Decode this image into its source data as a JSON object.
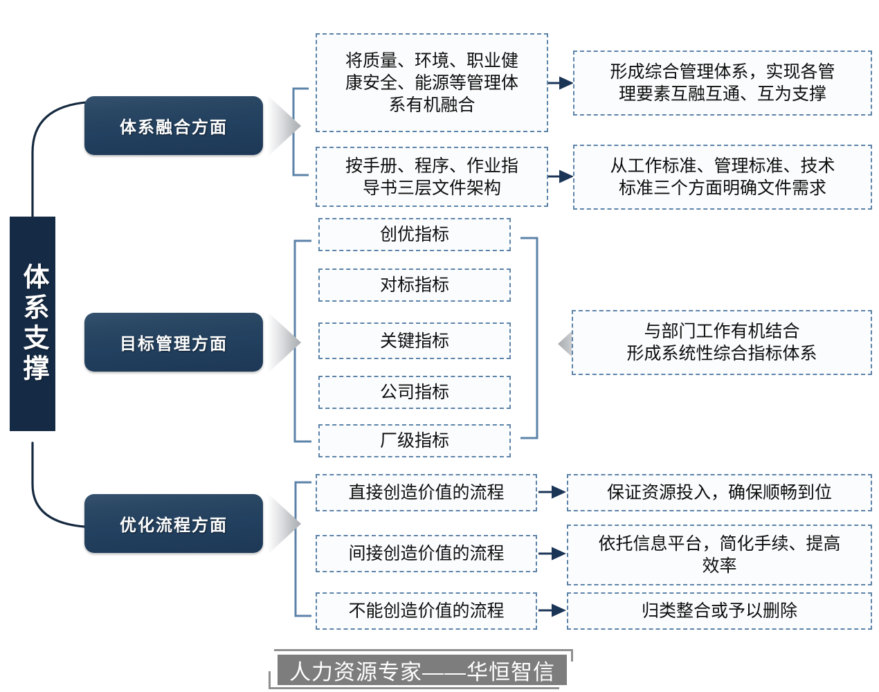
{
  "spine": {
    "label": "体系支撑"
  },
  "branches": [
    {
      "key": "integration",
      "pill_label": "体系融合方面",
      "items": [
        {
          "left": "将质量、环境、职业健\n康安全、能源等管理体\n系有机融合",
          "right": "形成综合管理体系，实现各管\n理要素互融互通、互为支撑"
        },
        {
          "left": "按手册、程序、作业指\n导书三层文件架构",
          "right": "从工作标准、管理标准、技术\n标准三个方面明确文件需求"
        }
      ]
    },
    {
      "key": "goal",
      "pill_label": "目标管理方面",
      "items": [
        {
          "left": "创优指标"
        },
        {
          "left": "对标指标"
        },
        {
          "left": "关键指标"
        },
        {
          "left": "公司指标"
        },
        {
          "left": "厂级指标"
        }
      ],
      "summary": "与部门工作有机结合\n形成系统性综合指标体系"
    },
    {
      "key": "process",
      "pill_label": "优化流程方面",
      "items": [
        {
          "left": "直接创造价值的流程",
          "right": "保证资源投入，确保顺畅到位"
        },
        {
          "left": "间接创造价值的流程",
          "right": "依托信息平台，简化手续、提高\n效率"
        },
        {
          "left": "不能创造价值的流程",
          "right": "归类整合或予以删除"
        }
      ]
    }
  ],
  "footer": {
    "watermark": "人力资源专家——华恒智信"
  },
  "colors": {
    "spine_bg": "#152a45",
    "pill_navy": "#22405f",
    "dash_border": "#5b82a8",
    "box_bg": "#fbfcfd",
    "arrow_navy": "#1b3557",
    "bracket": "#5b82a8",
    "chevron_gray": "#c9cbcd",
    "watermark_bg": "#7d7d7d",
    "text_dark": "#0d0d0d"
  }
}
